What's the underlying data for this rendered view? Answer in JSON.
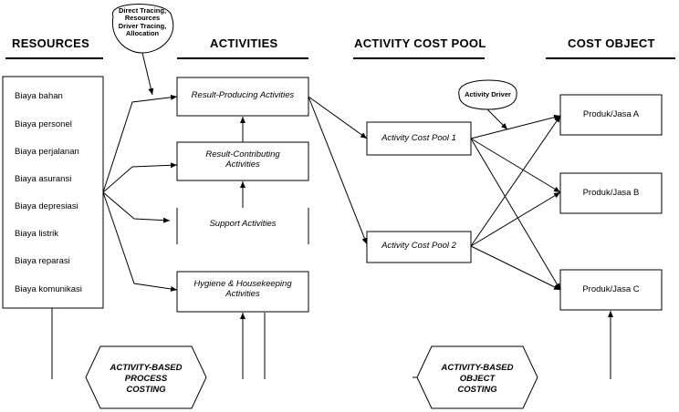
{
  "headers": {
    "resources": "RESOURCES",
    "activities": "ACTIVITIES",
    "cost_pool": "ACTIVITY COST POOL",
    "cost_object": "COST OBJECT"
  },
  "tracing_note": [
    "Direct Tracing,",
    "Resources",
    "Driver Tracing,",
    "Allocation"
  ],
  "resources": [
    "Biaya bahan",
    "Biaya personel",
    "Biaya perjalanan",
    "Biaya asuransi",
    "Biaya depresiasi",
    "Biaya listrik",
    "Biaya reparasi",
    "Biaya komunikasi"
  ],
  "activities": {
    "result_producing": "Result-Producing Activities",
    "result_contributing": [
      "Result-Contributing",
      "Activities"
    ],
    "support": "Support Activities",
    "hygiene": [
      "Hygiene & Housekeeping",
      "Activities"
    ]
  },
  "cost_pools": {
    "pool1": "Activity Cost Pool 1",
    "pool2": "Activity Cost Pool 2"
  },
  "activity_driver": "Activity Driver",
  "cost_objects": {
    "a": "Produk/Jasa A",
    "b": "Produk/Jasa B",
    "c": "Produk/Jasa C"
  },
  "process_costing": [
    "ACTIVITY-BASED",
    "PROCESS",
    "COSTING"
  ],
  "object_costing": [
    "ACTIVITY-BASED",
    "OBJECT",
    "COSTING"
  ]
}
